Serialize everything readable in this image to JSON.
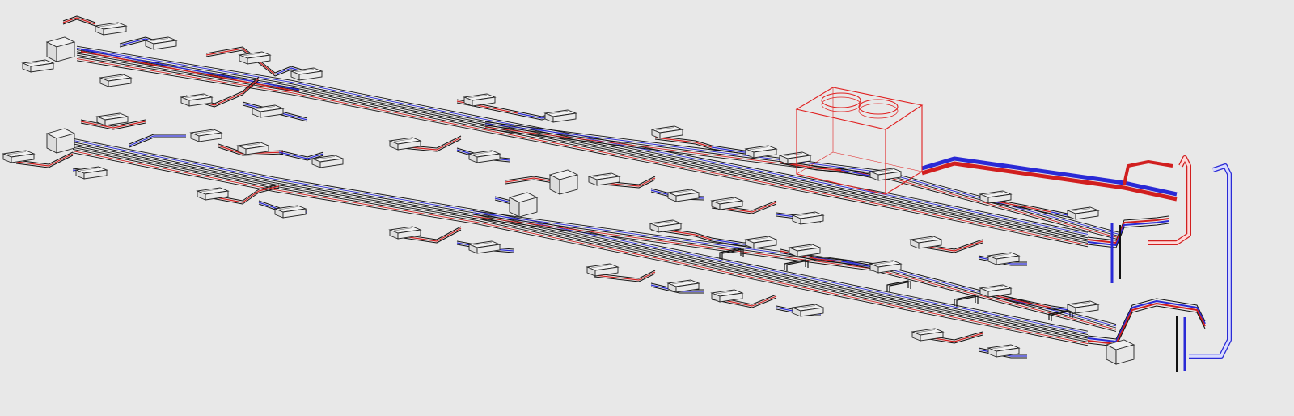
{
  "canvas": {
    "background": "#e8e8e8"
  },
  "colors": {
    "supply_pipe": "#d11f1f",
    "return_pipe": "#2a2ad6",
    "bundle_line": "#111111",
    "unit_outline": "#222222",
    "unit_fill": "#f2f2f2",
    "outdoor_unit": "#e02020"
  },
  "diagram": {
    "type": "isometric-piping-layout",
    "indoor_unit_icon": "cassette-unit-icon",
    "outdoor_unit_icon": "outdoor-unit-icon",
    "indoor_unit_count": 46,
    "outdoor_unit_count": 1,
    "branch_box_count": 5
  }
}
